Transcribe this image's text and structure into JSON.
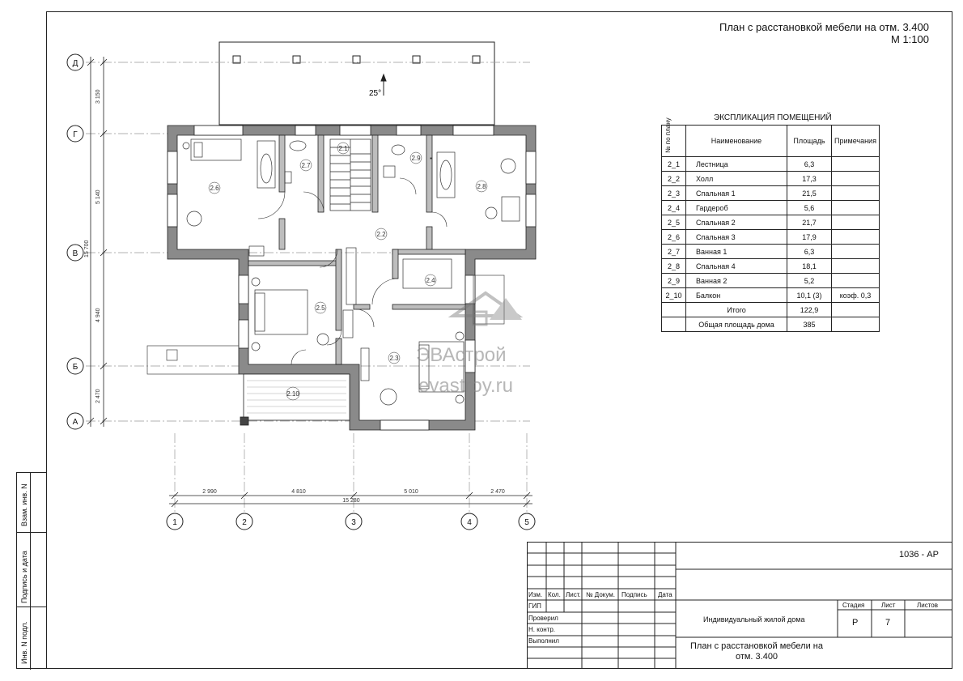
{
  "header": {
    "title": "План с расстановкой мебели на отм. 3.400",
    "scale": "М 1:100"
  },
  "explication": {
    "title": "ЭКСПЛИКАЦИЯ ПОМЕЩЕНИЙ",
    "columns": [
      "№ по плану",
      "Наименование",
      "Площадь",
      "Примечания"
    ],
    "rows": [
      {
        "num": "2_1",
        "name": "Лестница",
        "area": "6,3",
        "note": ""
      },
      {
        "num": "2_2",
        "name": "Холл",
        "area": "17,3",
        "note": ""
      },
      {
        "num": "2_3",
        "name": "Спальная 1",
        "area": "21,5",
        "note": ""
      },
      {
        "num": "2_4",
        "name": "Гардероб",
        "area": "5,6",
        "note": ""
      },
      {
        "num": "2_5",
        "name": "Спальная 2",
        "area": "21,7",
        "note": ""
      },
      {
        "num": "2_6",
        "name": "Спальная 3",
        "area": "17,9",
        "note": ""
      },
      {
        "num": "2_7",
        "name": "Ванная 1",
        "area": "6,3",
        "note": ""
      },
      {
        "num": "2_8",
        "name": "Спальная 4",
        "area": "18,1",
        "note": ""
      },
      {
        "num": "2_9",
        "name": "Ванная 2",
        "area": "5,2",
        "note": ""
      },
      {
        "num": "2_10",
        "name": "Балкон",
        "area": "10,1 (3)",
        "note": "коэф. 0,3"
      }
    ],
    "total_label": "Итого",
    "total_value": "122,9",
    "house_label": "Общая площадь дома",
    "house_value": "385"
  },
  "plan": {
    "axes_rows": [
      "Д",
      "Г",
      "В",
      "Б",
      "А"
    ],
    "axes_cols": [
      "1",
      "2",
      "3",
      "4",
      "5"
    ],
    "dims_vertical": [
      "3 150",
      "5 140",
      "15 700",
      "4 940",
      "2 470"
    ],
    "dims_horizontal": [
      "2 990",
      "4 810",
      "5 010",
      "2 470"
    ],
    "dim_total": "15 280",
    "slope": "25°",
    "rooms": [
      "2.1",
      "2.2",
      "2.3",
      "2.4",
      "2.5",
      "2.6",
      "2.7",
      "2.8",
      "2.9",
      "2.10"
    ]
  },
  "watermark": {
    "brand": "ЭВАстрой",
    "site": "evastroy.ru"
  },
  "side_labels": [
    "Взам. инв. N",
    "Подпись и дата",
    "Инв. N подл."
  ],
  "stamp": {
    "code": "1036 - АР",
    "cols": [
      "Изм.",
      "Кол.",
      "Лист.",
      "№ Докум.",
      "Подпись",
      "Дата"
    ],
    "roles": [
      "ГИП",
      "Проверил",
      "Н. контр.",
      "Выполнил"
    ],
    "project": "Индивидуальный жилой дома",
    "sheet_title_1": "План с расстановкой мебели на",
    "sheet_title_2": "отм. 3.400",
    "stage_label": "Стадия",
    "sheet_label": "Лист",
    "sheets_label": "Листов",
    "stage": "Р",
    "sheet": "7"
  }
}
